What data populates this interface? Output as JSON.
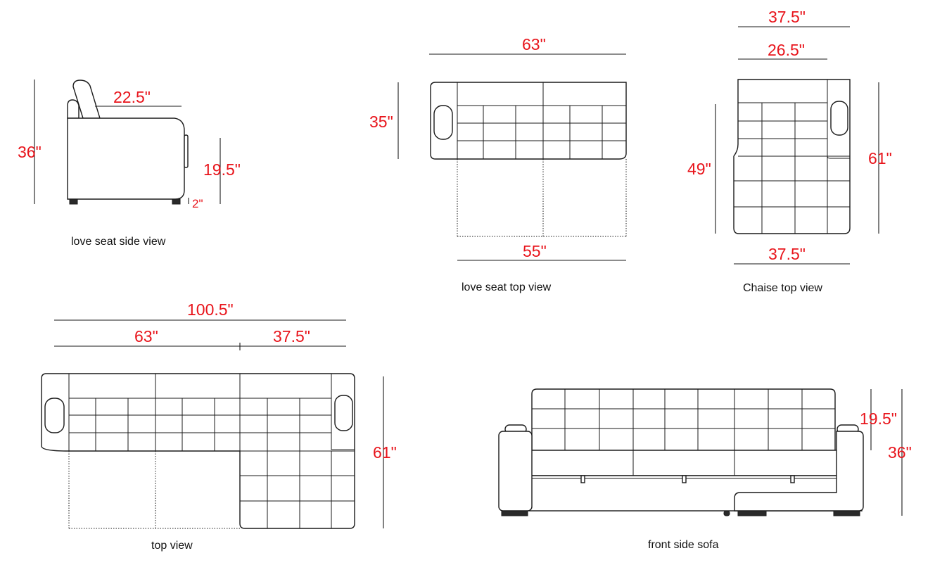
{
  "captions": {
    "loveseat_side": "love seat side view",
    "loveseat_top": "love seat top view",
    "chaise_top": "Chaise top view",
    "top": "top view",
    "front": "front side sofa"
  },
  "dimensions": {
    "side_height": "36\"",
    "side_depth": "22.5\"",
    "side_seat_height": "19.5\"",
    "side_leg": "2\"",
    "ls_width": "63\"",
    "ls_depth": "35\"",
    "ls_opened": "55\"",
    "ch_width_top": "37.5\"",
    "ch_seat_width": "26.5\"",
    "ch_width_bottom": "37.5\"",
    "ch_seat_len": "49\"",
    "ch_len": "61\"",
    "top_total": "100.5\"",
    "top_ls": "63\"",
    "top_ch": "37.5\"",
    "top_depth": "61\"",
    "front_seat_height": "19.5\"",
    "front_height": "36\""
  },
  "colors": {
    "dimension_text": "#e8141b",
    "line": "#1a1a1a",
    "caption": "#111111"
  }
}
